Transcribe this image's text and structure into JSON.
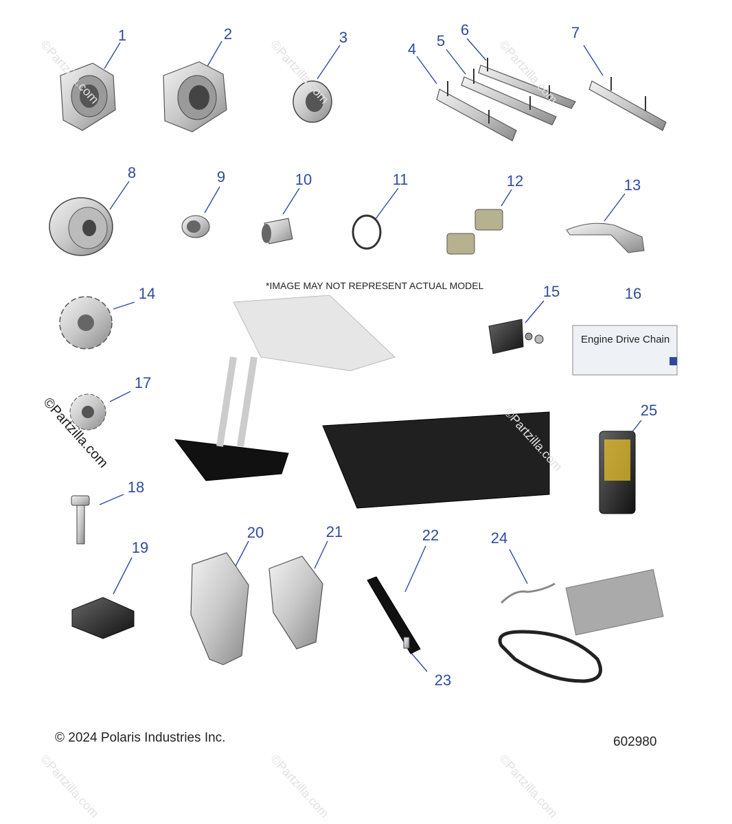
{
  "note": "*IMAGE MAY NOT REPRESENT ACTUAL MODEL",
  "copyright": "© 2024 Polaris Industries Inc.",
  "diagram_id": "602980",
  "watermark": "©Partzilla.com",
  "part16_label": "Engine Drive Chain",
  "callouts": [
    "1",
    "2",
    "3",
    "4",
    "5",
    "6",
    "7",
    "8",
    "9",
    "10",
    "11",
    "12",
    "13",
    "14",
    "15",
    "16",
    "17",
    "18",
    "19",
    "20",
    "21",
    "22",
    "23",
    "24",
    "25"
  ],
  "colors": {
    "callout": "#2e4a9e",
    "part_fill": "#d4d4d4",
    "part_stroke": "#555555"
  },
  "icons": [
    "bearing-housing-icon",
    "bearing-icon",
    "ski-runner-icon",
    "sprocket-icon",
    "bushing-icon",
    "o-ring-icon",
    "brake-pad-icon",
    "brake-lever-icon",
    "chain-guide-icon",
    "chain-box-icon",
    "bolt-icon",
    "block-icon",
    "plate-icon",
    "slide-icon",
    "belt-icon",
    "spray-can-icon",
    "snowbike-icon"
  ]
}
